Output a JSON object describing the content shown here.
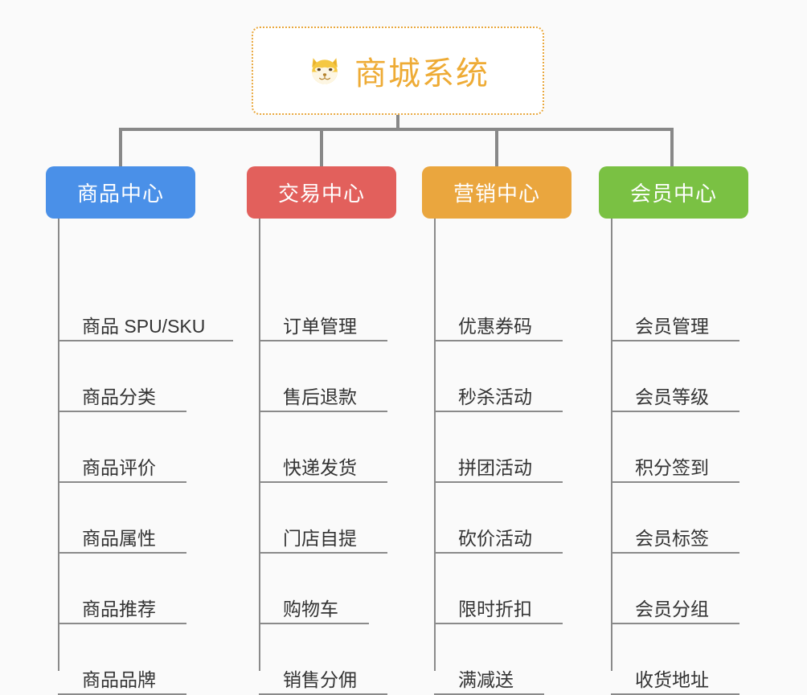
{
  "page": {
    "background_color": "#fafafa",
    "line_color": "#8a8a8a"
  },
  "root": {
    "title": "商城系统",
    "icon": "shiba-dog-face-emoji",
    "text_color": "#eeab35",
    "border_color": "#e9a83e",
    "background_color": "#ffffff"
  },
  "columns": [
    {
      "label": "商品中心",
      "color": "#4a90e8",
      "items": [
        "商品 SPU/SKU",
        "商品分类",
        "商品评价",
        "商品属性",
        "商品推荐",
        "商品品牌"
      ]
    },
    {
      "label": "交易中心",
      "color": "#e2605c",
      "items": [
        "订单管理",
        "售后退款",
        "快递发货",
        "门店自提",
        "购物车",
        "销售分佣"
      ]
    },
    {
      "label": "营销中心",
      "color": "#eaa63e",
      "items": [
        "优惠券码",
        "秒杀活动",
        "拼团活动",
        "砍价活动",
        "限时折扣",
        "满减送"
      ]
    },
    {
      "label": "会员中心",
      "color": "#7ac143",
      "items": [
        "会员管理",
        "会员等级",
        "积分签到",
        "会员标签",
        "会员分组",
        "收货地址"
      ]
    }
  ]
}
